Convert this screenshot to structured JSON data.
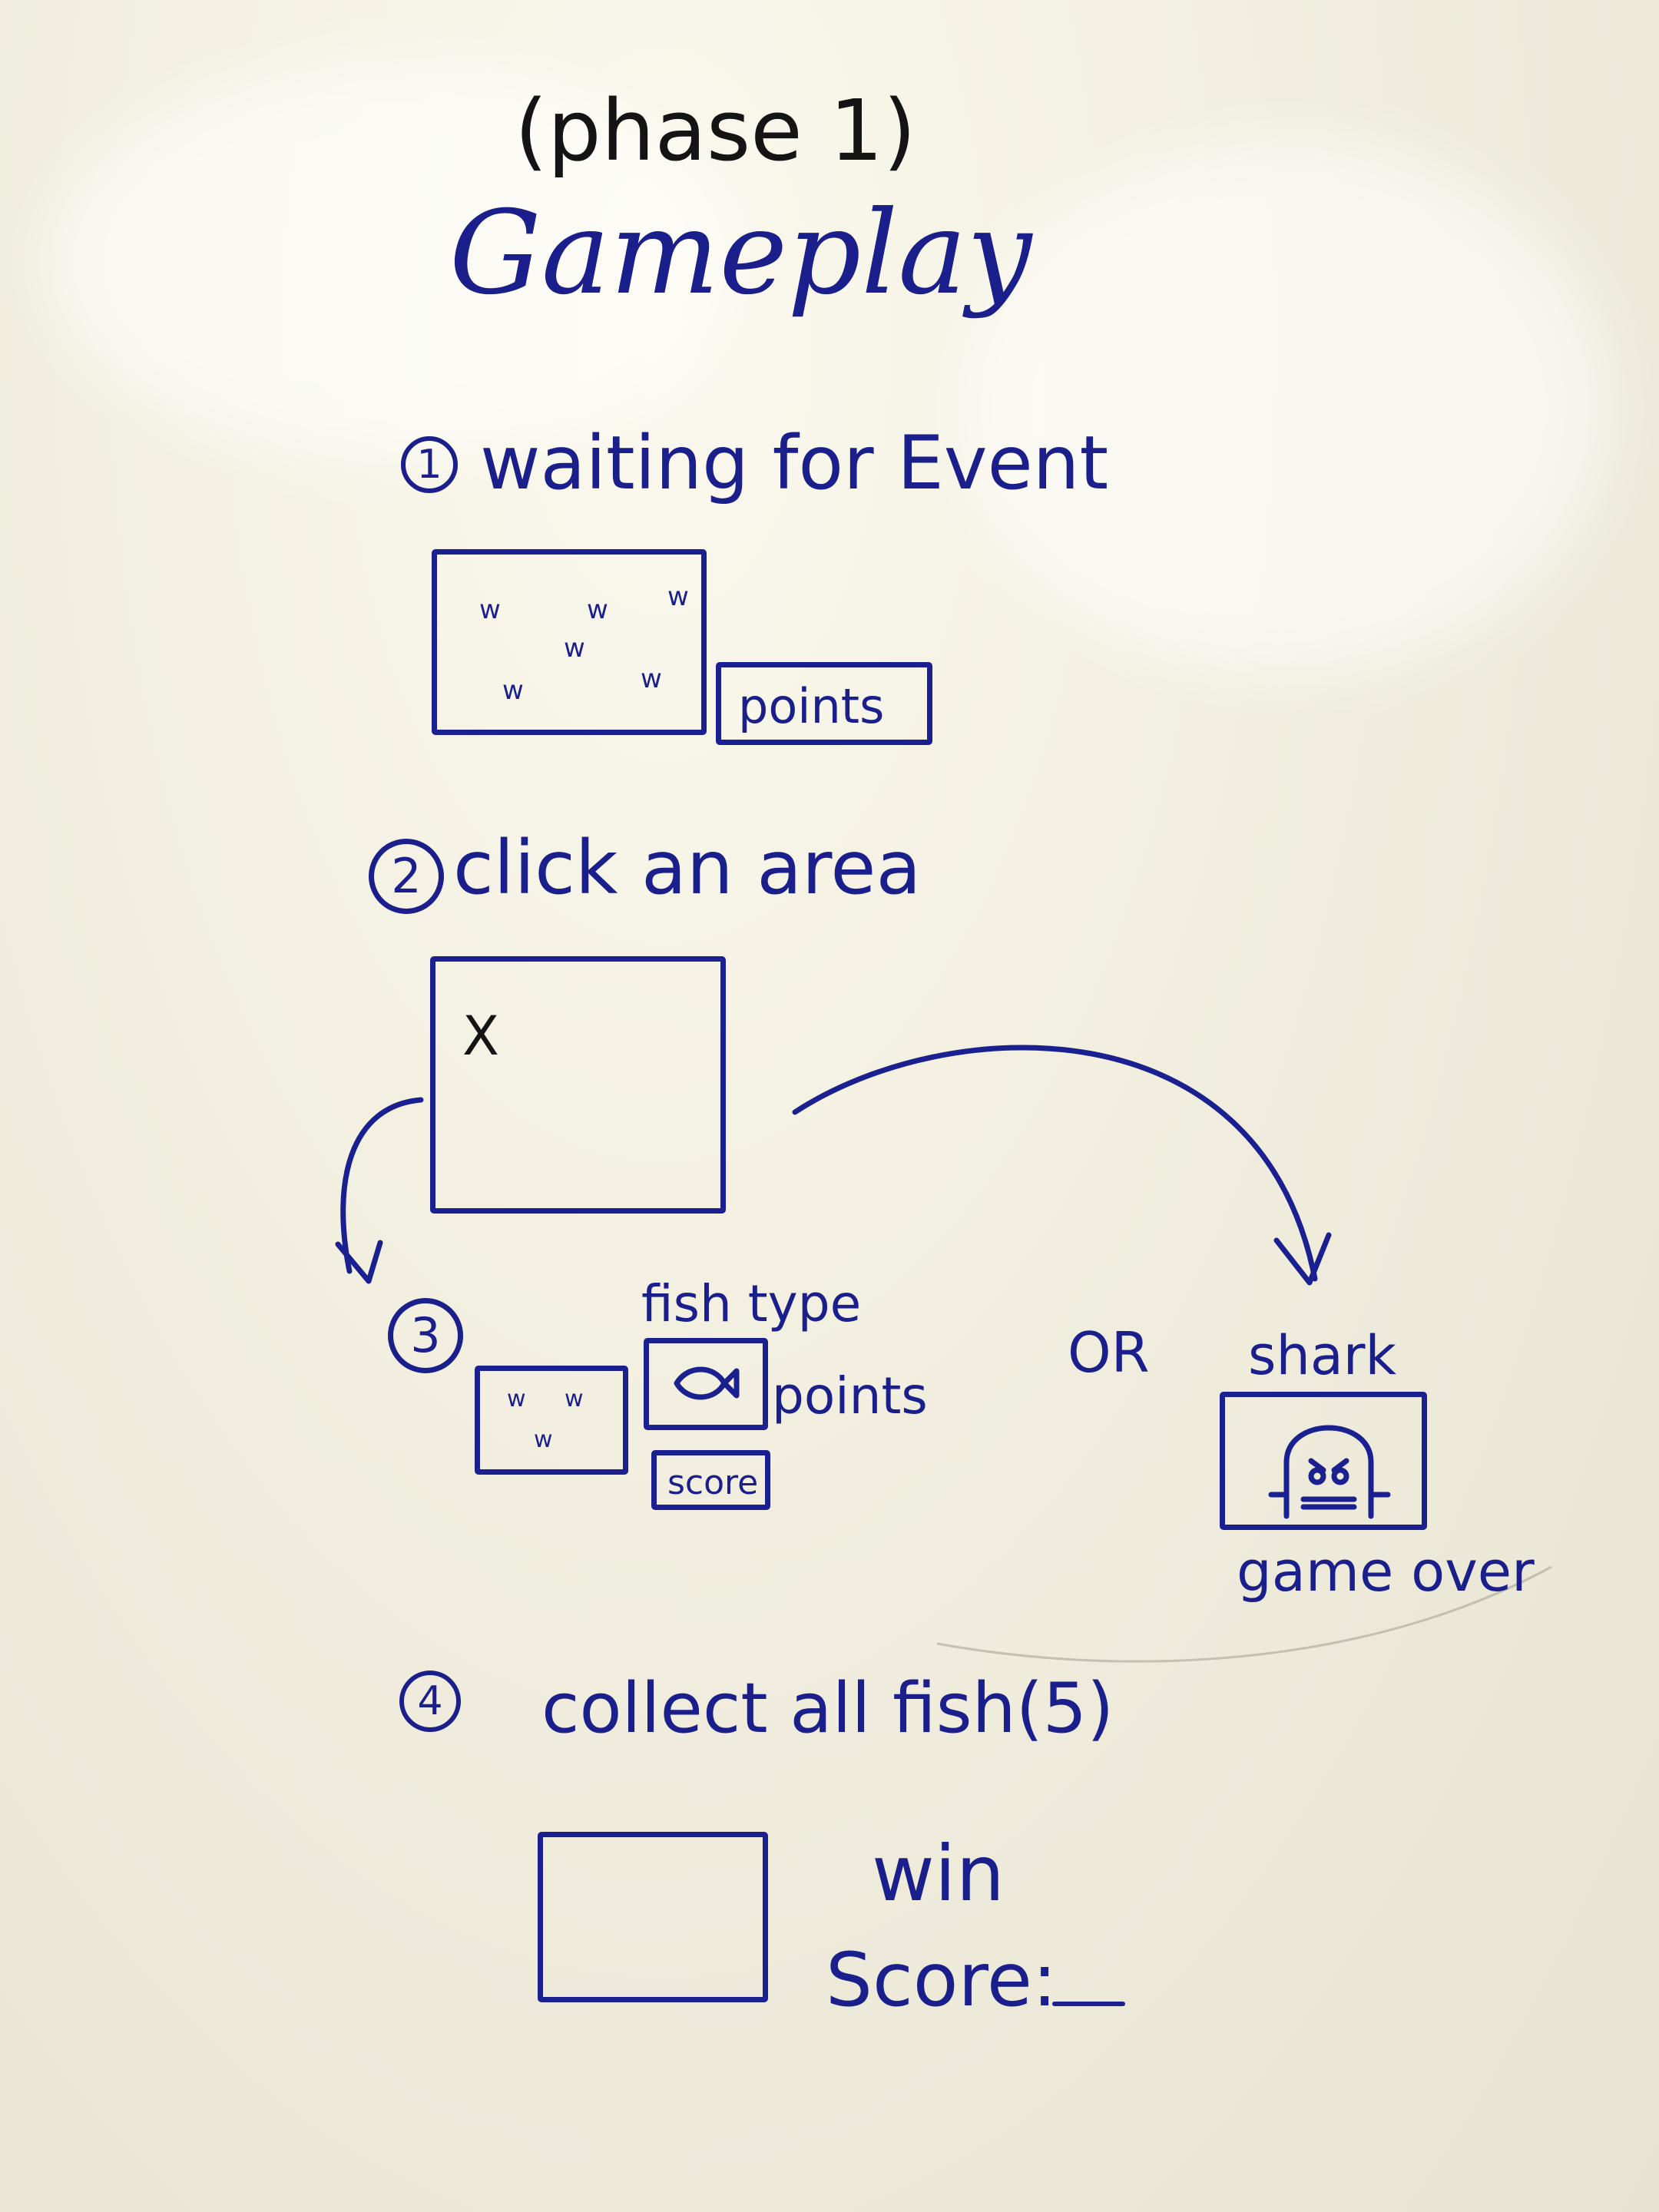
{
  "title": {
    "phase": "(phase 1)",
    "heading": "Gameplay"
  },
  "steps": [
    {
      "num": "1",
      "label": "waiting for Event",
      "side_label": "points",
      "box_marks": [
        "w",
        "w",
        "w",
        "w",
        "w",
        "w"
      ]
    },
    {
      "num": "2",
      "label": "click an area",
      "box_mark": "X"
    },
    {
      "num": "3",
      "labels": {
        "fish_type": "fish type",
        "points": "points",
        "score": "score"
      }
    },
    {
      "num": "4",
      "label": "collect all fish(5)"
    }
  ],
  "branch": {
    "or": "OR",
    "shark": "shark",
    "game_over": "game over"
  },
  "win": {
    "label": "win",
    "score": "Score:"
  },
  "colors": {
    "marker_blue": "#1b2090",
    "marker_black": "#141414",
    "board": "#f1eedf"
  }
}
